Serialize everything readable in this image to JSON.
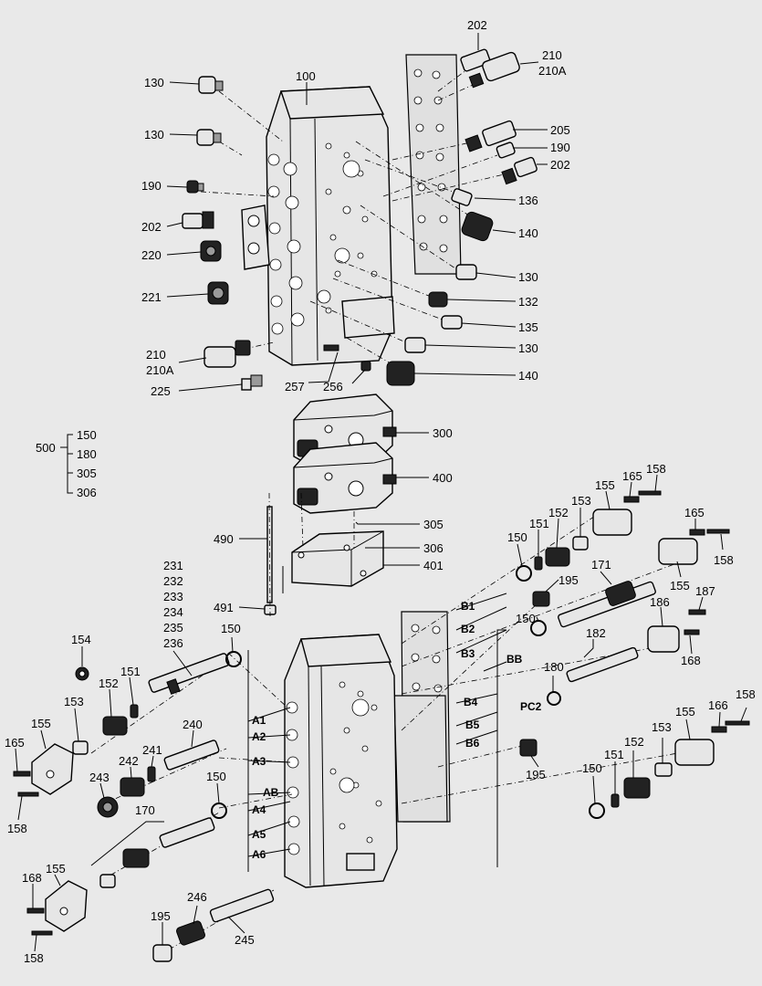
{
  "callouts": {
    "c100": "100",
    "c130a": "130",
    "c130b": "130",
    "c190a": "190",
    "c202a": "202",
    "c220": "220",
    "c221": "221",
    "c210a": "210",
    "c210Aa": "210A",
    "c225": "225",
    "c257": "257",
    "c256": "256",
    "c202b": "202",
    "c210b": "210",
    "c210Ab": "210A",
    "c205": "205",
    "c190b": "190",
    "c202c": "202",
    "c136": "136",
    "c140a": "140",
    "c130c": "130",
    "c132": "132",
    "c135": "135",
    "c130d": "130",
    "c140b": "140",
    "c300": "300",
    "c400": "400",
    "c305a": "305",
    "c306a": "306",
    "c401": "401",
    "c490": "490",
    "c491": "491",
    "c500": "500",
    "c150a": "150",
    "c180a": "180",
    "c305b": "305",
    "c306b": "306",
    "c231": "231",
    "c232": "232",
    "c233": "233",
    "c234": "234",
    "c235": "235",
    "c236": "236",
    "c154": "154",
    "c150b": "150",
    "c151a": "151",
    "c152a": "152",
    "c153a": "153",
    "c155a": "155",
    "c165a": "165",
    "c158a": "158",
    "c240": "240",
    "c241": "241",
    "c242": "242",
    "c243": "243",
    "c150c": "150",
    "c170": "170",
    "c168a": "168",
    "c155b": "155",
    "c158b": "158",
    "c246": "246",
    "c195a": "195",
    "c245": "245",
    "c155c": "155",
    "c165b": "165",
    "c158c": "158",
    "c153b": "153",
    "c152b": "152",
    "c151b": "151",
    "c150d": "150",
    "c165c": "165",
    "c158d": "158",
    "c171": "171",
    "c195b": "195",
    "c155d": "155",
    "c150e": "150",
    "c186": "186",
    "c187": "187",
    "c168b": "168",
    "c182": "182",
    "c180b": "180",
    "c155e": "155",
    "c166": "166",
    "c158e": "158",
    "c153c": "153",
    "c152c": "152",
    "c151c": "151",
    "c150f": "150",
    "c195c": "195"
  },
  "ports": {
    "A1": "A1",
    "A2": "A2",
    "A3": "A3",
    "AB": "AB",
    "A4": "A4",
    "A5": "A5",
    "A6": "A6",
    "B1": "B1",
    "B2": "B2",
    "B3": "B3",
    "BB": "BB",
    "PC2": "PC2",
    "B4": "B4",
    "B5": "B5",
    "B6": "B6"
  }
}
